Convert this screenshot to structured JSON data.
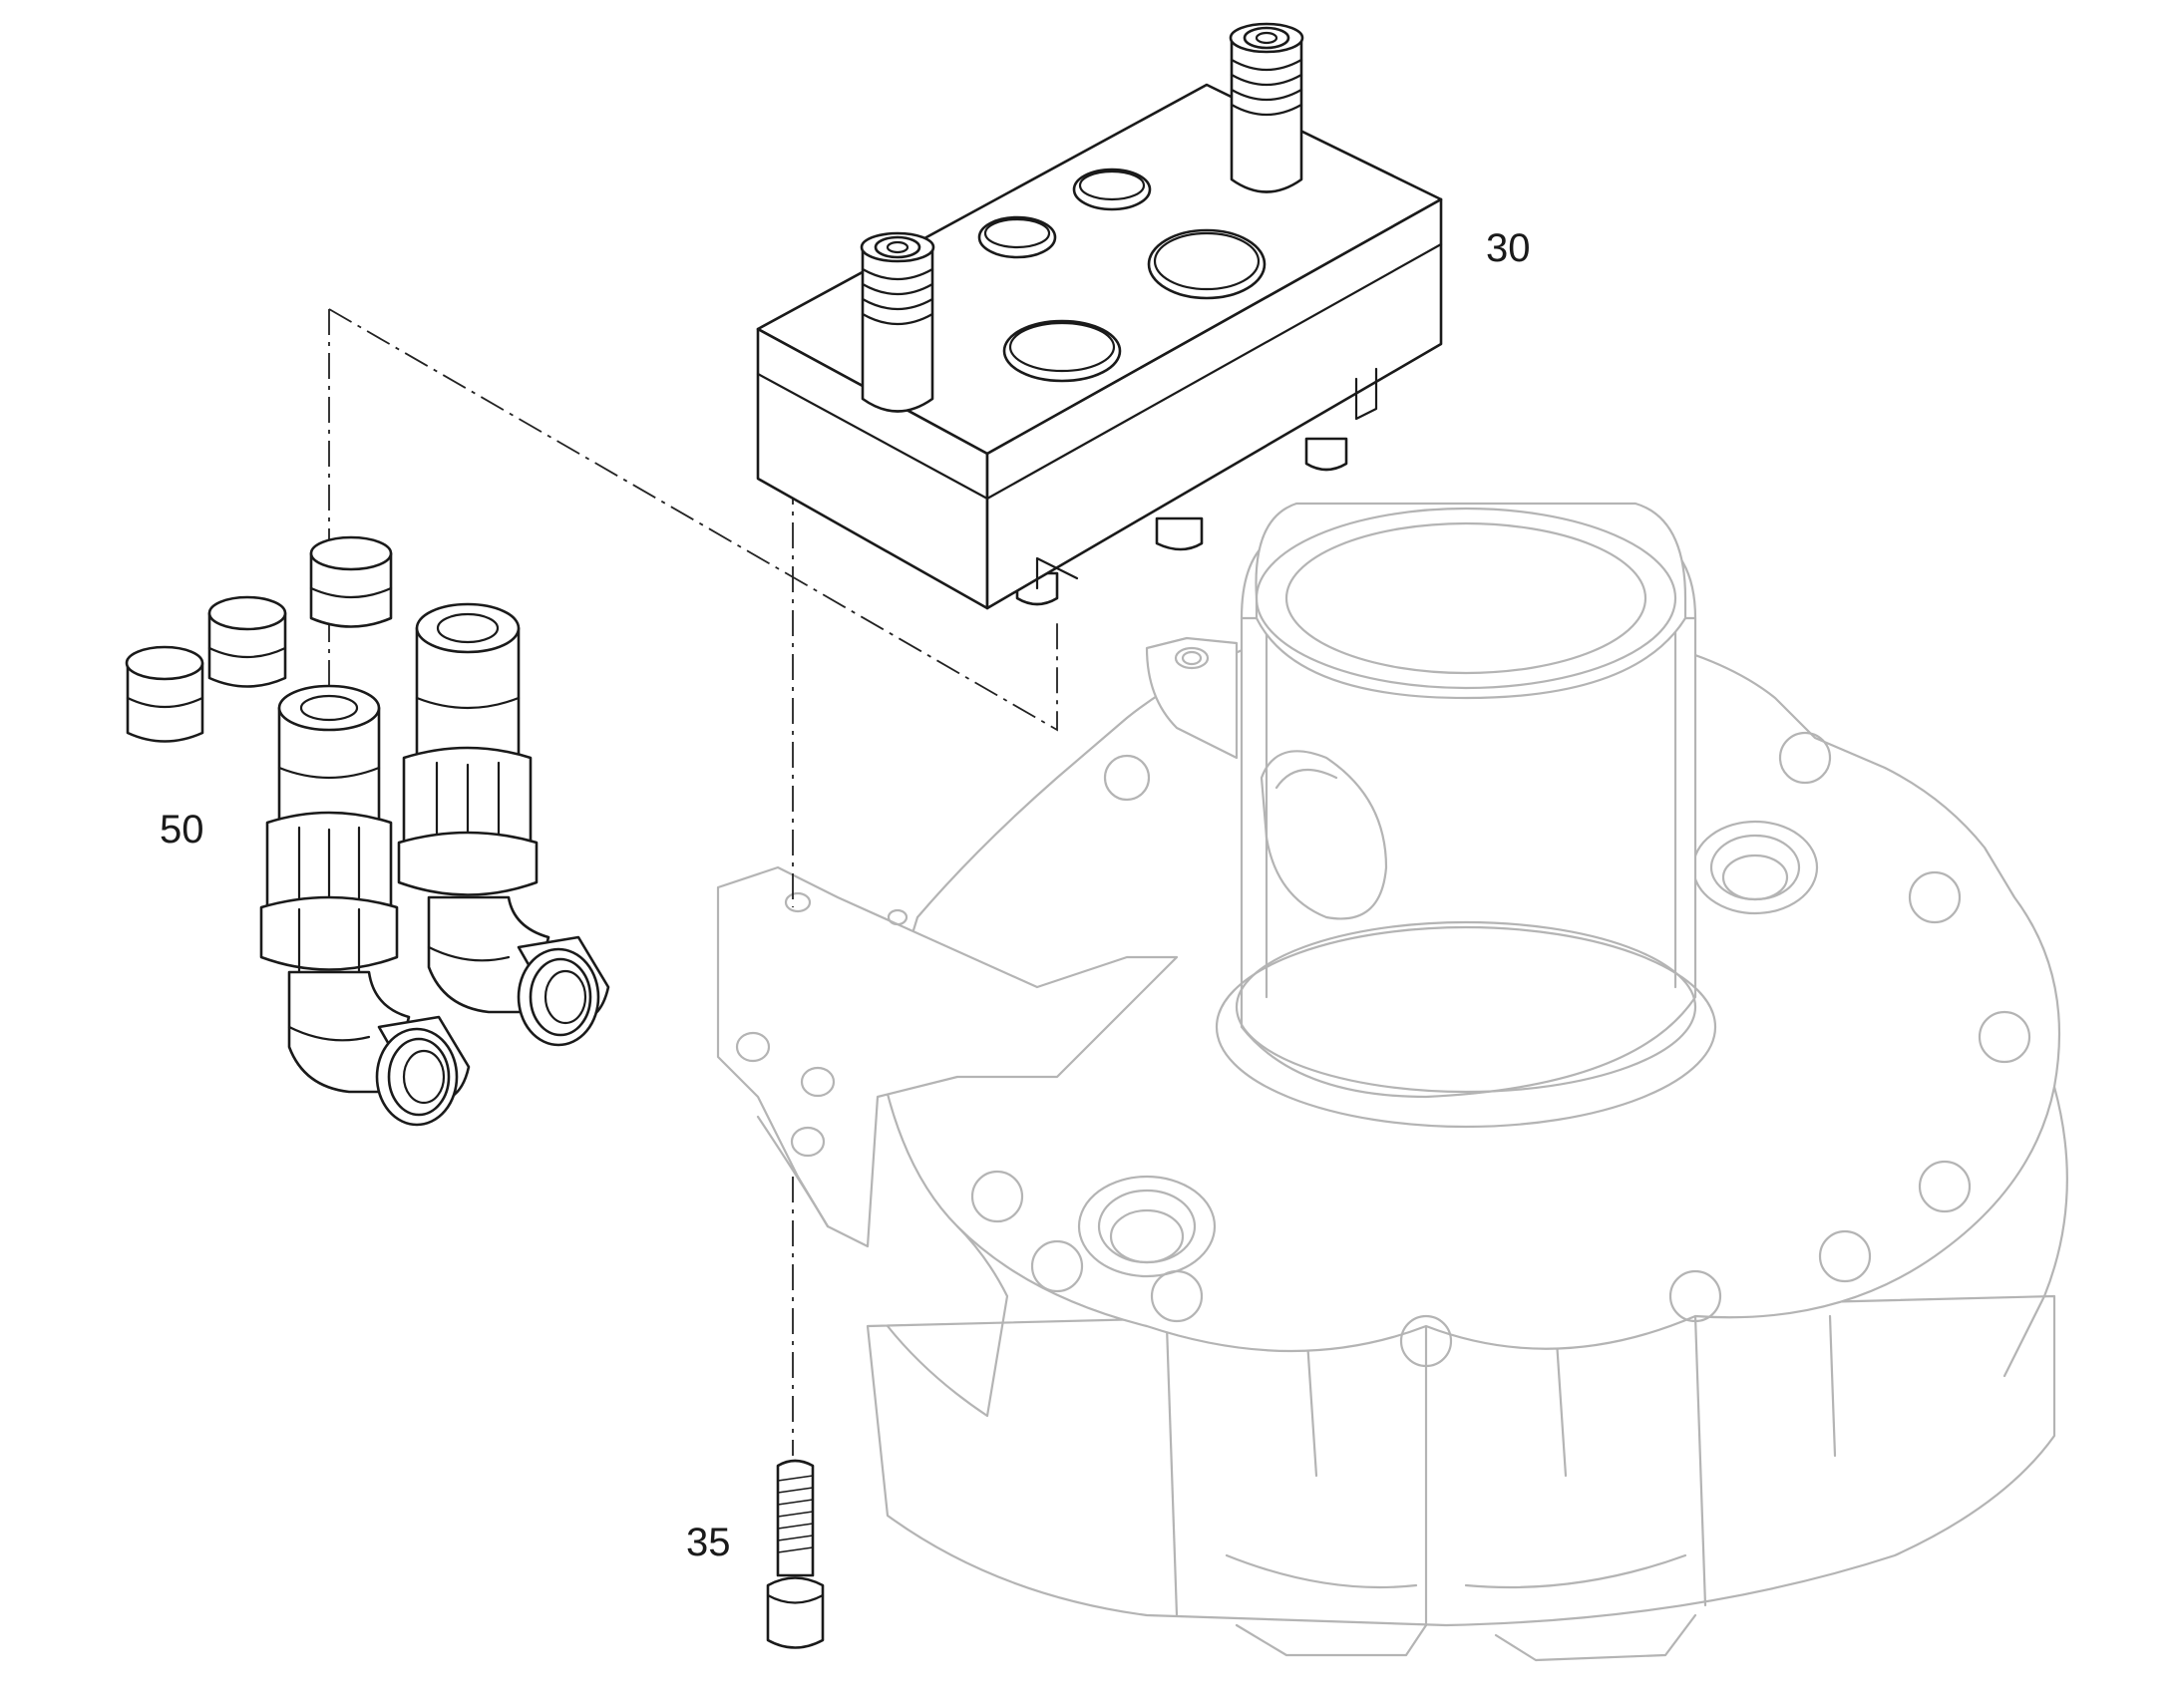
{
  "callouts": {
    "item_30": "30",
    "item_35": "35",
    "item_50": "50"
  },
  "colors": {
    "part_stroke": "#1a1a1a",
    "ghost_stroke": "#b4b4b4",
    "background": "#ffffff"
  }
}
